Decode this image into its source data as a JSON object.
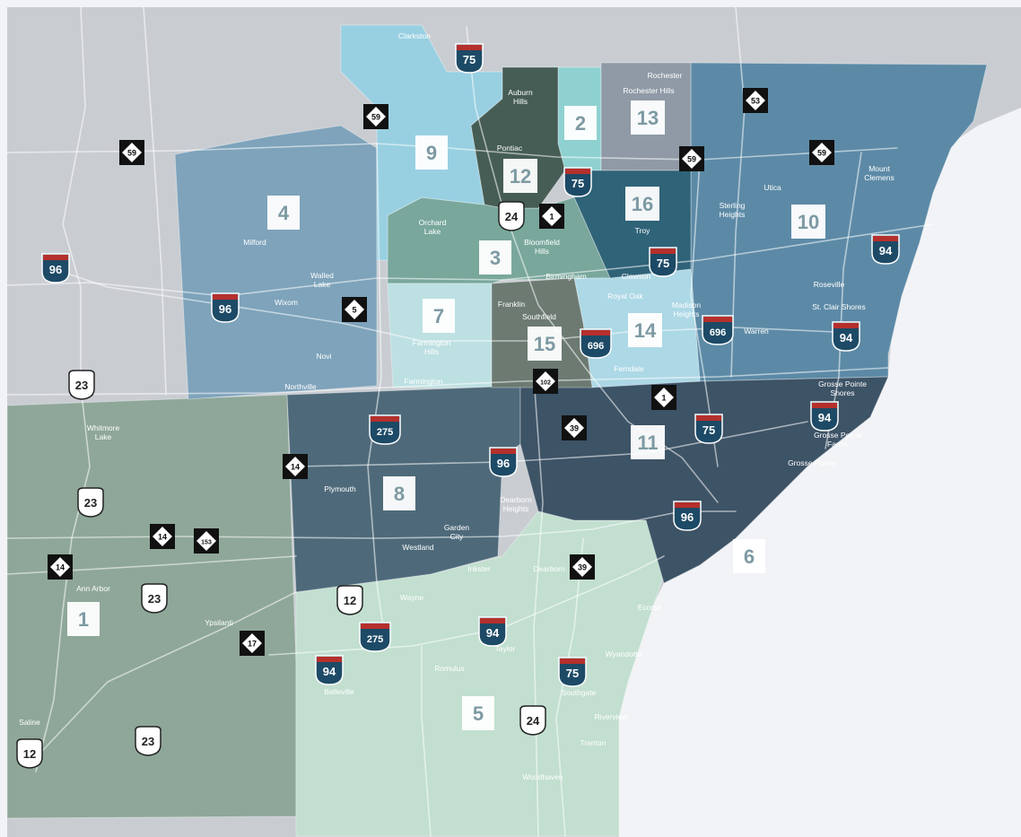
{
  "colors": {
    "background": "#f2f3f6",
    "land": "#c9cdd2",
    "road": "#ffffff",
    "zone_label_bg": "#ffffff",
    "zone_label_text": "#7d9aa3",
    "place_text": "#ffffff",
    "interstate_blue": "#1d4a66",
    "interstate_red": "#b5302c",
    "state_shield": "#111111"
  },
  "zones": [
    {
      "id": "1",
      "label": "1",
      "fill": "#8ea799"
    },
    {
      "id": "2",
      "label": "2",
      "fill": "#8fd1d1"
    },
    {
      "id": "3",
      "label": "3",
      "fill": "#79a79c"
    },
    {
      "id": "4",
      "label": "4",
      "fill": "#7ea3bb"
    },
    {
      "id": "5",
      "label": "5",
      "fill": "#c2dfd0"
    },
    {
      "id": "6",
      "label": "6",
      "fill": "#b6dacb"
    },
    {
      "id": "7",
      "label": "7",
      "fill": "#bde0e2"
    },
    {
      "id": "8",
      "label": "8",
      "fill": "#4e6a7a"
    },
    {
      "id": "9",
      "label": "9",
      "fill": "#98d0e2"
    },
    {
      "id": "10",
      "label": "10",
      "fill": "#5c8aa6"
    },
    {
      "id": "11",
      "label": "11",
      "fill": "#3d5366"
    },
    {
      "id": "12",
      "label": "12",
      "fill": "#455d55"
    },
    {
      "id": "13",
      "label": "13",
      "fill": "#8f9aa6"
    },
    {
      "id": "14",
      "label": "14",
      "fill": "#add8e6"
    },
    {
      "id": "15",
      "label": "15",
      "fill": "#6c7a72"
    },
    {
      "id": "16",
      "label": "16",
      "fill": "#2f6378"
    }
  ],
  "places": [
    {
      "id": "clarkston",
      "lines": [
        "Clarkston"
      ]
    },
    {
      "id": "auburn-hills",
      "lines": [
        "Auburn",
        "Hills"
      ]
    },
    {
      "id": "rochester",
      "lines": [
        "Rochester"
      ]
    },
    {
      "id": "rochester-hills",
      "lines": [
        "Rochester Hills"
      ]
    },
    {
      "id": "pontiac",
      "lines": [
        "Pontiac"
      ]
    },
    {
      "id": "mount-clemens",
      "lines": [
        "Mount",
        "Clemens"
      ]
    },
    {
      "id": "utica",
      "lines": [
        "Utica"
      ]
    },
    {
      "id": "sterling-heights",
      "lines": [
        "Sterling",
        "Heights"
      ]
    },
    {
      "id": "orchard-lake",
      "lines": [
        "Orchard",
        "Lake"
      ]
    },
    {
      "id": "milford",
      "lines": [
        "Milford"
      ]
    },
    {
      "id": "bloomfield-hills",
      "lines": [
        "Bloomfield",
        "Hills"
      ]
    },
    {
      "id": "troy",
      "lines": [
        "Troy"
      ]
    },
    {
      "id": "walled-lake",
      "lines": [
        "Walled",
        "Lake"
      ]
    },
    {
      "id": "birmingham",
      "lines": [
        "Birmingham"
      ]
    },
    {
      "id": "clawson",
      "lines": [
        "Clawson"
      ]
    },
    {
      "id": "roseville",
      "lines": [
        "Roseville"
      ]
    },
    {
      "id": "wixom",
      "lines": [
        "Wixom"
      ]
    },
    {
      "id": "royal-oak",
      "lines": [
        "Royal Oak"
      ]
    },
    {
      "id": "franklin",
      "lines": [
        "Franklin"
      ]
    },
    {
      "id": "southfield",
      "lines": [
        "Southfield"
      ]
    },
    {
      "id": "madison-heights",
      "lines": [
        "Madison",
        "Heights"
      ]
    },
    {
      "id": "st-clair-shores",
      "lines": [
        "St. Clair Shores"
      ]
    },
    {
      "id": "farmington-hills",
      "lines": [
        "Farmington",
        "Hills"
      ]
    },
    {
      "id": "warren",
      "lines": [
        "Warren"
      ]
    },
    {
      "id": "novi",
      "lines": [
        "Novi"
      ]
    },
    {
      "id": "ferndale",
      "lines": [
        "Ferndale"
      ]
    },
    {
      "id": "northville",
      "lines": [
        "Northville"
      ]
    },
    {
      "id": "farmington",
      "lines": [
        "Farmington"
      ]
    },
    {
      "id": "grosse-pointe-shores",
      "lines": [
        "Grosse Pointe",
        "Shores"
      ]
    },
    {
      "id": "whitmore-lake",
      "lines": [
        "Whitmore",
        "Lake"
      ]
    },
    {
      "id": "grosse-pointe-farms",
      "lines": [
        "Grosse Pointe",
        "Farms"
      ]
    },
    {
      "id": "grosse-pointe",
      "lines": [
        "Grosse Pointe"
      ]
    },
    {
      "id": "plymouth",
      "lines": [
        "Plymouth"
      ]
    },
    {
      "id": "dearborn-heights",
      "lines": [
        "Dearborn",
        "Heights"
      ]
    },
    {
      "id": "garden-city",
      "lines": [
        "Garden",
        "City"
      ]
    },
    {
      "id": "westland",
      "lines": [
        "Westland"
      ]
    },
    {
      "id": "inkster",
      "lines": [
        "Inkster"
      ]
    },
    {
      "id": "dearborn",
      "lines": [
        "Dearborn"
      ]
    },
    {
      "id": "ann-arbor",
      "lines": [
        "Ann Arbor"
      ]
    },
    {
      "id": "wayne",
      "lines": [
        "Wayne"
      ]
    },
    {
      "id": "ecorse",
      "lines": [
        "Ecorse"
      ]
    },
    {
      "id": "ypsilanti",
      "lines": [
        "Ypsilanti"
      ]
    },
    {
      "id": "wyandotte",
      "lines": [
        "Wyandotte"
      ]
    },
    {
      "id": "taylor",
      "lines": [
        "Taylor"
      ]
    },
    {
      "id": "romulus",
      "lines": [
        "Romulus"
      ]
    },
    {
      "id": "belleville",
      "lines": [
        "Belleville"
      ]
    },
    {
      "id": "southgate",
      "lines": [
        "Southgate"
      ]
    },
    {
      "id": "riverview",
      "lines": [
        "Riverview"
      ]
    },
    {
      "id": "saline",
      "lines": [
        "Saline"
      ]
    },
    {
      "id": "trenton",
      "lines": [
        "Trenton"
      ]
    },
    {
      "id": "woodhaven",
      "lines": [
        "Woodhaven"
      ]
    }
  ],
  "shields": [
    {
      "id": "i75-north",
      "type": "interstate",
      "num": "75"
    },
    {
      "id": "i75-pontiac",
      "type": "interstate",
      "num": "75"
    },
    {
      "id": "i75-troy",
      "type": "interstate",
      "num": "75"
    },
    {
      "id": "i75-detroit",
      "type": "interstate",
      "num": "75"
    },
    {
      "id": "i75-south",
      "type": "interstate",
      "num": "75"
    },
    {
      "id": "i96-west",
      "type": "interstate",
      "num": "96"
    },
    {
      "id": "i96-wixom",
      "type": "interstate",
      "num": "96"
    },
    {
      "id": "i96-redford",
      "type": "interstate",
      "num": "96"
    },
    {
      "id": "i96-detroit",
      "type": "interstate",
      "num": "96"
    },
    {
      "id": "i94-east",
      "type": "interstate",
      "num": "94"
    },
    {
      "id": "i94-stclair",
      "type": "interstate",
      "num": "94"
    },
    {
      "id": "i94-grosse",
      "type": "interstate",
      "num": "94"
    },
    {
      "id": "i94-taylor",
      "type": "interstate",
      "num": "94"
    },
    {
      "id": "i94-belleville",
      "type": "interstate",
      "num": "94"
    },
    {
      "id": "i275-north",
      "type": "interstate",
      "num": "275"
    },
    {
      "id": "i275-south",
      "type": "interstate",
      "num": "275"
    },
    {
      "id": "i696-southfield",
      "type": "interstate",
      "num": "696"
    },
    {
      "id": "i696-warren",
      "type": "interstate",
      "num": "696"
    },
    {
      "id": "m59-clarkston",
      "type": "state",
      "num": "59"
    },
    {
      "id": "m59-west",
      "type": "state",
      "num": "59"
    },
    {
      "id": "m59-rochester",
      "type": "state",
      "num": "59"
    },
    {
      "id": "m59-macomb",
      "type": "state",
      "num": "59"
    },
    {
      "id": "m53",
      "type": "state",
      "num": "53"
    },
    {
      "id": "m1-bloomfield",
      "type": "state",
      "num": "1"
    },
    {
      "id": "m1-detroit",
      "type": "state",
      "num": "1"
    },
    {
      "id": "m5",
      "type": "state",
      "num": "5"
    },
    {
      "id": "m102",
      "type": "state",
      "num": "102"
    },
    {
      "id": "m39-north",
      "type": "state",
      "num": "39"
    },
    {
      "id": "m39-south",
      "type": "state",
      "num": "39"
    },
    {
      "id": "m14-plymouth",
      "type": "state",
      "num": "14"
    },
    {
      "id": "m14-middle",
      "type": "state",
      "num": "14"
    },
    {
      "id": "m14-west",
      "type": "state",
      "num": "14"
    },
    {
      "id": "m153",
      "type": "state",
      "num": "153"
    },
    {
      "id": "m17",
      "type": "state",
      "num": "17"
    },
    {
      "id": "us23-north",
      "type": "us",
      "num": "23"
    },
    {
      "id": "us23-whitmore",
      "type": "us",
      "num": "23"
    },
    {
      "id": "us23-annarbor",
      "type": "us",
      "num": "23"
    },
    {
      "id": "us23-south",
      "type": "us",
      "num": "23"
    },
    {
      "id": "us12-wayne",
      "type": "us",
      "num": "12"
    },
    {
      "id": "us12-saline",
      "type": "us",
      "num": "12"
    },
    {
      "id": "us24-bloomfield",
      "type": "us",
      "num": "24"
    },
    {
      "id": "us24-south",
      "type": "us",
      "num": "24"
    }
  ]
}
